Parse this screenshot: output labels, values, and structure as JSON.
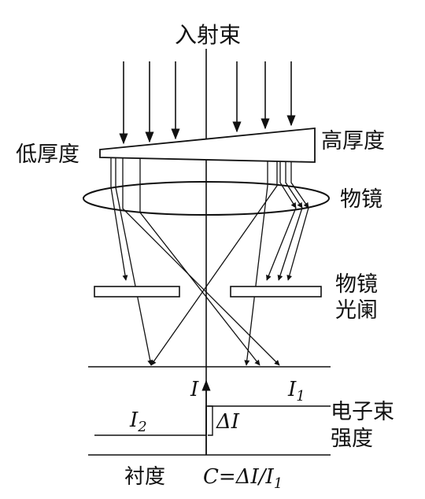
{
  "labels": {
    "incident_beam": "入射束",
    "low_thickness": "低厚度",
    "high_thickness": "高厚度",
    "objective_lens": "物镜",
    "aperture_line1": "物镜",
    "aperture_line2": "光阑",
    "beam_intensity_line1": "电子束",
    "beam_intensity_line2": "强度",
    "contrast": "衬度",
    "contrast_formula_c": "C",
    "contrast_formula_rest": "=ΔI/I",
    "contrast_formula_sub": "1",
    "intensity_axis": "I",
    "intensity_1": "I",
    "intensity_1_sub": "1",
    "intensity_2": "I",
    "intensity_2_sub": "2",
    "delta_i": "ΔI"
  },
  "colors": {
    "ink": "#111111",
    "background": "#ffffff"
  }
}
